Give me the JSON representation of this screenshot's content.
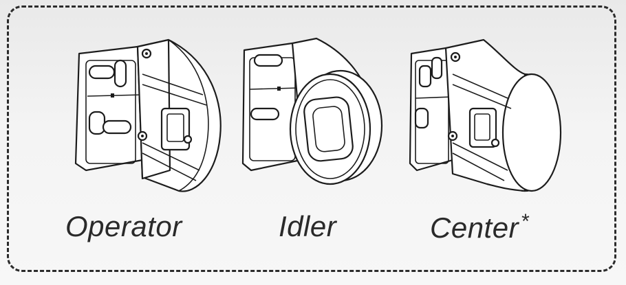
{
  "brackets": [
    {
      "label": "Operator",
      "marker": ""
    },
    {
      "label": "Idler",
      "marker": ""
    },
    {
      "label": "Center",
      "marker": "*"
    }
  ]
}
